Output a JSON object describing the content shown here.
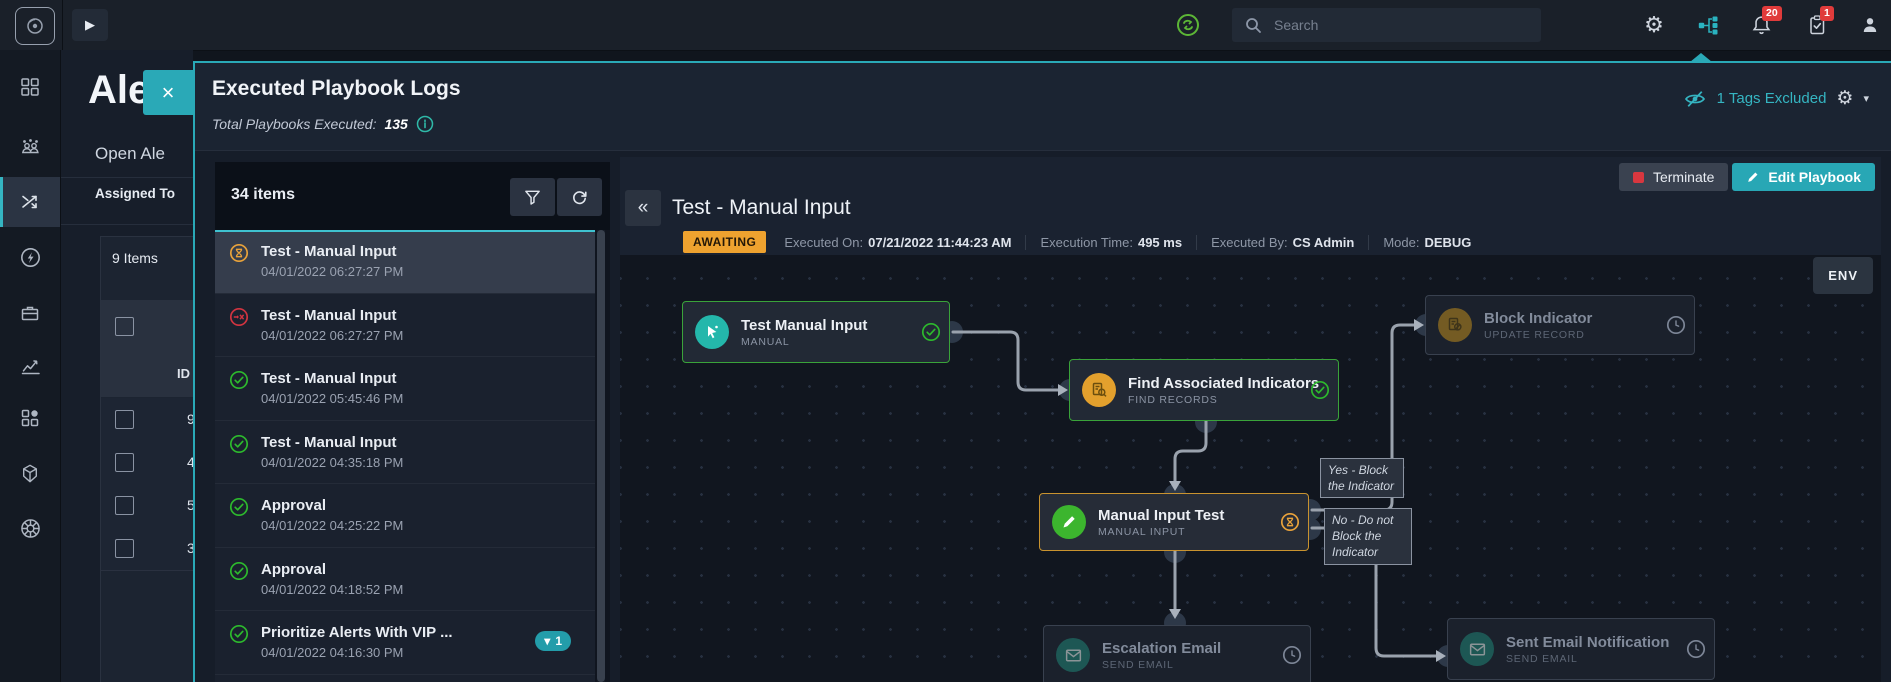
{
  "glyphs": {
    "close": "×",
    "collapse": "«",
    "play": "▶",
    "gear": "⚙",
    "caret": "▾",
    "chevron": "▾"
  },
  "topbar": {
    "search_placeholder": "Search",
    "bell_badge": "20",
    "tasks_badge": "1"
  },
  "sidebar": {
    "items": [
      {
        "icon": "dashboard-icon"
      },
      {
        "icon": "users-icon"
      },
      {
        "icon": "shuffle-icon",
        "active": true
      },
      {
        "icon": "lightning-icon"
      },
      {
        "icon": "briefcase-icon"
      },
      {
        "icon": "chart-icon"
      },
      {
        "icon": "widgets-icon"
      },
      {
        "icon": "cube-icon"
      },
      {
        "icon": "wheel-icon"
      }
    ]
  },
  "background": {
    "page_title": "Ale",
    "open_alerts": "Open Ale",
    "assigned_to": "Assigned To",
    "items_count": "9 Items",
    "id_header": "ID",
    "row_ids": [
      "9",
      "4",
      "5",
      "3"
    ]
  },
  "modal": {
    "title": "Executed Playbook Logs",
    "subtitle_label": "Total Playbooks Executed:",
    "subtitle_value": "135",
    "tags_excluded": "1 Tags Excluded"
  },
  "runs_panel": {
    "count_label": "34 items",
    "items": [
      {
        "title": "Test - Manual Input",
        "date": "04/01/2022 06:27:27 PM",
        "status": "awaiting",
        "selected": true
      },
      {
        "title": "Test - Manual Input",
        "date": "04/01/2022 06:27:27 PM",
        "status": "terminated"
      },
      {
        "title": "Test - Manual Input",
        "date": "04/01/2022 05:45:46 PM",
        "status": "success"
      },
      {
        "title": "Test - Manual Input",
        "date": "04/01/2022 04:35:18 PM",
        "status": "success"
      },
      {
        "title": "Approval",
        "date": "04/01/2022 04:25:22 PM",
        "status": "success"
      },
      {
        "title": "Approval",
        "date": "04/01/2022 04:18:52 PM",
        "status": "success"
      },
      {
        "title": "Prioritize Alerts With VIP ...",
        "date": "04/01/2022 04:16:30 PM",
        "status": "success",
        "badge": "1"
      }
    ]
  },
  "playbook": {
    "title": "Test - Manual Input",
    "status": "AWAITING",
    "details": [
      {
        "label": "Executed On:",
        "value": "07/21/2022 11:44:23 AM"
      },
      {
        "label": "Execution Time:",
        "value": "495 ms"
      },
      {
        "label": "Executed By:",
        "value": "CS Admin"
      },
      {
        "label": "Mode:",
        "value": "DEBUG"
      }
    ],
    "terminate_label": "Terminate",
    "edit_label": "Edit Playbook",
    "env_label": "ENV"
  },
  "canvas": {
    "nodes": [
      {
        "id": "test-manual-input",
        "title": "Test Manual Input",
        "type": "MANUAL",
        "icon": "manual",
        "icon_color": "#24b7ab",
        "state": "success"
      },
      {
        "id": "find-associated-indicators",
        "title": "Find Associated Indicators",
        "type": "FIND RECORDS",
        "icon": "find",
        "icon_color": "#e3a02d",
        "state": "success"
      },
      {
        "id": "block-indicator",
        "title": "Block Indicator",
        "type": "UPDATE RECORD",
        "icon": "record",
        "icon_color": "#bd8c1d",
        "state": "pending"
      },
      {
        "id": "manual-input-test",
        "title": "Manual Input Test",
        "type": "MANUAL INPUT",
        "icon": "pencil",
        "icon_color": "#3cb52e",
        "state": "awaiting"
      },
      {
        "id": "escalation-email",
        "title": "Escalation Email",
        "type": "SEND EMAIL",
        "icon": "mail",
        "icon_color": "#1f8476",
        "state": "pending"
      },
      {
        "id": "sent-email-notification",
        "title": "Sent Email Notification",
        "type": "SEND EMAIL",
        "icon": "mail",
        "icon_color": "#1f8476",
        "state": "pending"
      }
    ],
    "edge_labels": [
      {
        "id": "yes",
        "text": "Yes - Block the Indicator"
      },
      {
        "id": "no",
        "text": "No - Do not Block the Indicator"
      }
    ]
  },
  "colors": {
    "accent": "#2aa9b7",
    "green": "#2db92d",
    "orange": "#e8a23b",
    "red": "#d23440"
  }
}
